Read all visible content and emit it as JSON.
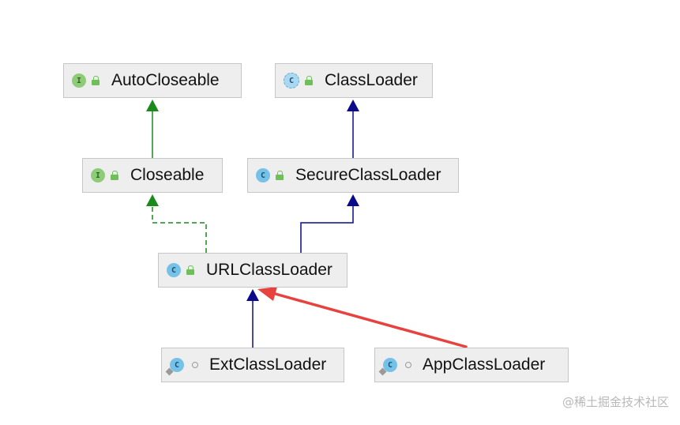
{
  "nodes": {
    "autocloseable": {
      "label": "AutoCloseable",
      "kind": "interface",
      "badge": "I"
    },
    "classloader": {
      "label": "ClassLoader",
      "kind": "abstract-class",
      "badge": "C"
    },
    "closeable": {
      "label": "Closeable",
      "kind": "interface",
      "badge": "I"
    },
    "secureclassloader": {
      "label": "SecureClassLoader",
      "kind": "class",
      "badge": "C"
    },
    "urlclassloader": {
      "label": "URLClassLoader",
      "kind": "class",
      "badge": "C"
    },
    "extclassloader": {
      "label": "ExtClassLoader",
      "kind": "class",
      "badge": "C"
    },
    "appclassloader": {
      "label": "AppClassLoader",
      "kind": "class",
      "badge": "C"
    }
  },
  "edges": [
    {
      "from": "closeable",
      "to": "autocloseable",
      "type": "interface-extends",
      "color": "#1a8a1a",
      "style": "solid"
    },
    {
      "from": "secureclassloader",
      "to": "classloader",
      "type": "extends",
      "color": "#0a0a8a",
      "style": "solid"
    },
    {
      "from": "urlclassloader",
      "to": "closeable",
      "type": "implements",
      "color": "#1a8a1a",
      "style": "dashed"
    },
    {
      "from": "urlclassloader",
      "to": "secureclassloader",
      "type": "extends",
      "color": "#0a0a8a",
      "style": "solid"
    },
    {
      "from": "extclassloader",
      "to": "urlclassloader",
      "type": "extends",
      "color": "#0a0a8a",
      "style": "solid"
    },
    {
      "from": "appclassloader",
      "to": "urlclassloader",
      "type": "annotation-arrow",
      "color": "#e8423f",
      "style": "solid"
    }
  ],
  "watermark": "@稀土掘金技术社区"
}
